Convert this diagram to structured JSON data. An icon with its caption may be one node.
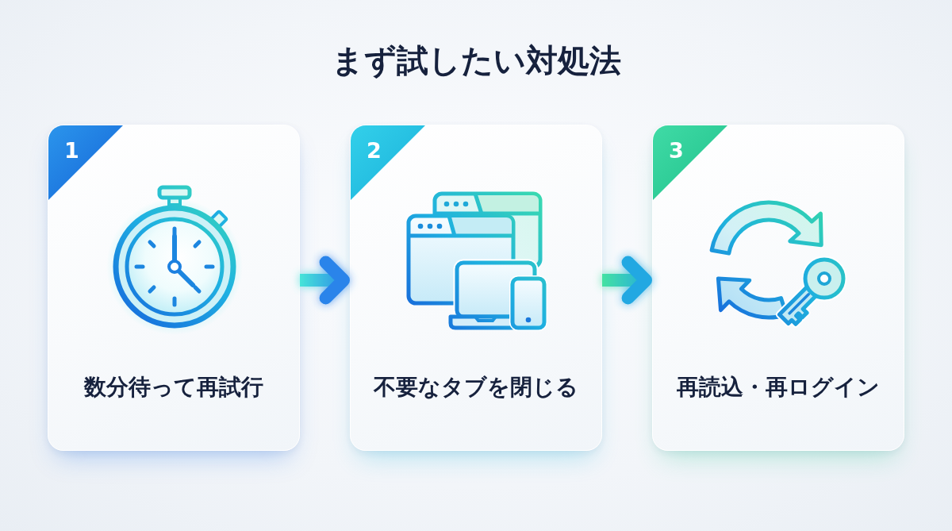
{
  "diagram": {
    "title": "まず試したい対処法",
    "nodes": [
      {
        "text": [
          "1",
          "数分待って再試行"
        ]
      },
      {
        "text": [
          "2",
          "不要なタブを閉じる"
        ]
      },
      {
        "text": [
          "3",
          "再読込・再ログイン"
        ]
      }
    ],
    "edges": [
      {
        "from": 0,
        "to": 1,
        "arrow": "to",
        "style": "thick"
      },
      {
        "from": 1,
        "to": 2,
        "arrow": "to",
        "style": "thick"
      }
    ]
  }
}
